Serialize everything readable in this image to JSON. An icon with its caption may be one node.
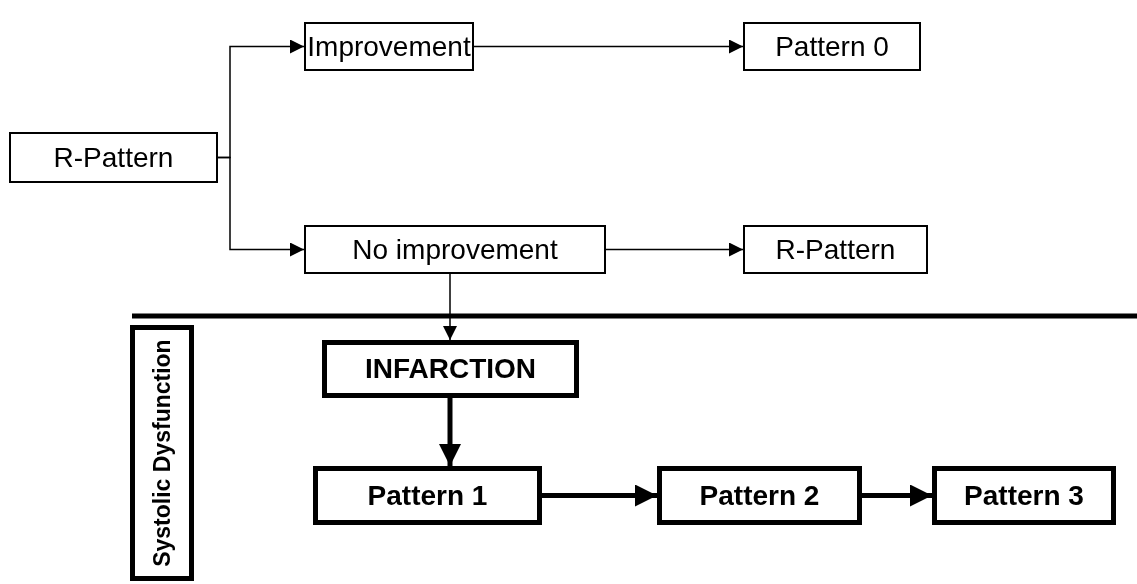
{
  "diagram": {
    "nodes": [
      {
        "text": [
          "R-Pattern"
        ]
      },
      {
        "text": [
          "Improvement"
        ]
      },
      {
        "text": [
          "Pattern 0"
        ]
      },
      {
        "text": [
          "No improvement"
        ]
      },
      {
        "text": [
          "R-Pattern"
        ]
      },
      {
        "text": [
          "Systolic Dysfunction"
        ]
      },
      {
        "text": [
          "INFARCTION"
        ]
      },
      {
        "text": [
          "Pattern 1"
        ]
      },
      {
        "text": [
          "Pattern 2"
        ]
      },
      {
        "text": [
          "Pattern 3"
        ]
      }
    ],
    "edges": [
      {
        "from": 0,
        "to": 1,
        "arrow": "to"
      },
      {
        "from": 0,
        "to": 3,
        "arrow": "to"
      },
      {
        "from": 1,
        "to": 2,
        "arrow": "to"
      },
      {
        "from": 3,
        "to": 4,
        "arrow": "to"
      },
      {
        "from": 3,
        "to": 6,
        "arrow": "to"
      },
      {
        "from": 6,
        "to": 7,
        "arrow": "to",
        "style": "thick"
      },
      {
        "from": 7,
        "to": 8,
        "arrow": "to",
        "style": "thick"
      },
      {
        "from": 8,
        "to": 9,
        "arrow": "to",
        "style": "thick"
      }
    ]
  }
}
